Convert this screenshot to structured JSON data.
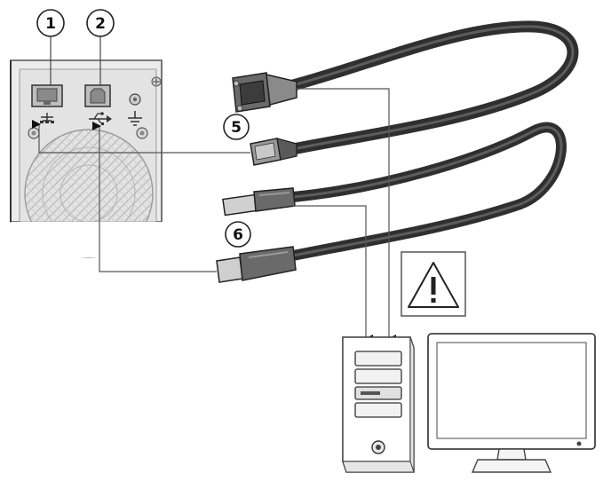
{
  "callouts": {
    "c1": "1",
    "c2": "2",
    "c5": "5",
    "c6": "6"
  },
  "icons": {
    "network_port": "network-port-icon",
    "usb_port": "usb-port-icon",
    "ground": "ground-icon",
    "warning": "warning-triangle-icon"
  },
  "colors": {
    "cable": "#3a3a3a",
    "cable_highlight": "#6e6e6e",
    "ups_panel": "#e6e6e6",
    "line": "#555555"
  }
}
